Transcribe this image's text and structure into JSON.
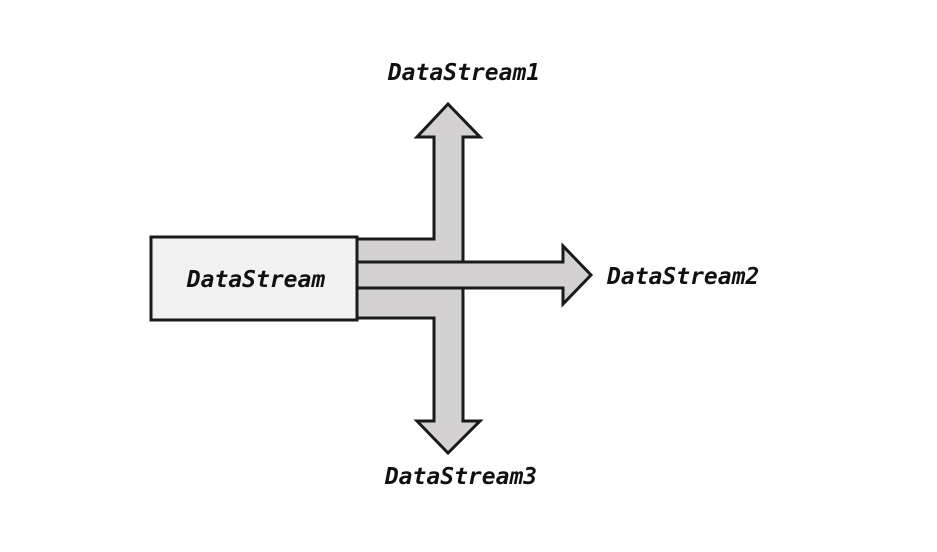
{
  "diagram": {
    "source_label": "DataStream",
    "outputs": [
      {
        "label": "DataStream1"
      },
      {
        "label": "DataStream2"
      },
      {
        "label": "DataStream3"
      }
    ]
  },
  "colors": {
    "box_fill": "#f2f2f2",
    "arrow_fill": "#d3d1d2",
    "stroke": "#1a1a1a",
    "text": "#111111"
  }
}
